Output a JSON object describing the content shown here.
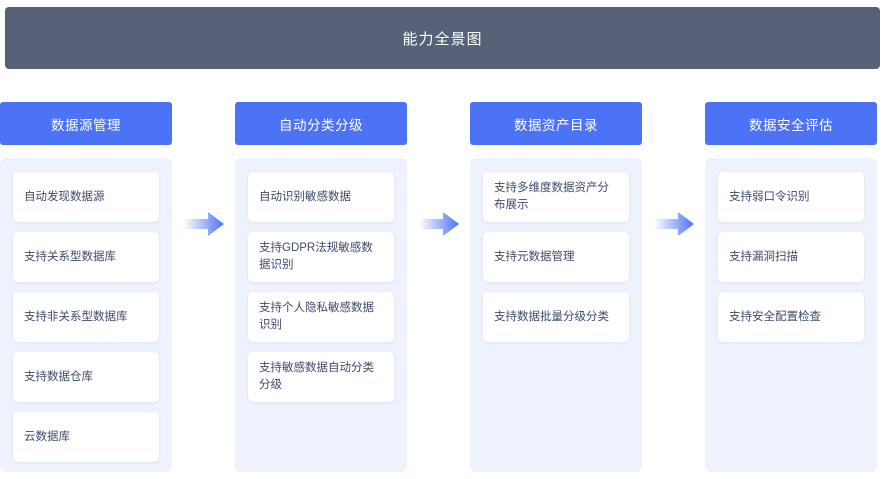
{
  "banner": {
    "title": "能力全景图",
    "background_color": "#566178",
    "text_color": "#ffffff"
  },
  "theme": {
    "accent_color": "#4c72f5",
    "panel_background": "#eef2fd",
    "card_background": "#ffffff",
    "card_text_color": "#3e4a69"
  },
  "arrows": [
    {
      "name": "arrow-1",
      "gradient_from": "#ffffff",
      "gradient_to": "#4c72f5"
    },
    {
      "name": "arrow-2",
      "gradient_from": "#ffffff",
      "gradient_to": "#4c72f5"
    },
    {
      "name": "arrow-3",
      "gradient_from": "#ffffff",
      "gradient_to": "#4c72f5"
    }
  ],
  "columns": [
    {
      "header": "数据源管理",
      "items": [
        "自动发现数据源",
        "支持关系型数据库",
        "支持非关系型数据库",
        "支持数据仓库",
        "云数据库"
      ]
    },
    {
      "header": "自动分类分级",
      "items": [
        "自动识别敏感数据",
        "支持GDPR法规敏感数据识别",
        "支持个人隐私敏感数据识别",
        "支持敏感数据自动分类分级"
      ]
    },
    {
      "header": "数据资产目录",
      "items": [
        "支持多维度数据资产分布展示",
        "支持元数据管理",
        "支持数据批量分级分类"
      ]
    },
    {
      "header": "数据安全评估",
      "items": [
        "支持弱口令识别",
        "支持漏洞扫描",
        "支持安全配置检查"
      ]
    }
  ]
}
